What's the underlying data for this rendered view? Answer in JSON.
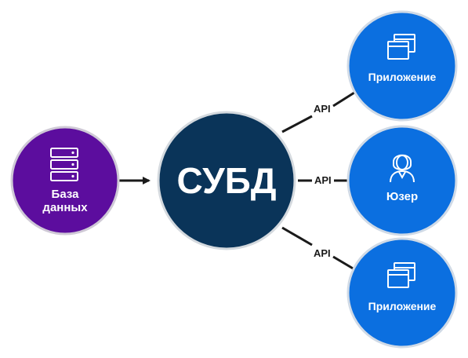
{
  "nodes": {
    "database": {
      "label_line1": "База",
      "label_line2": "данных",
      "icon": "server-stack-icon",
      "color": "#5c0d9e"
    },
    "dbms": {
      "label": "СУБД",
      "color": "#0a3459"
    },
    "app_top": {
      "label": "Приложение",
      "icon": "windows-icon",
      "color": "#0b6fe0"
    },
    "user": {
      "label": "Юзер",
      "icon": "user-icon",
      "color": "#0b6fe0"
    },
    "app_bottom": {
      "label": "Приложение",
      "icon": "windows-icon",
      "color": "#0b6fe0"
    }
  },
  "edges": {
    "api_top": "API",
    "api_middle": "API",
    "api_bottom": "API"
  }
}
